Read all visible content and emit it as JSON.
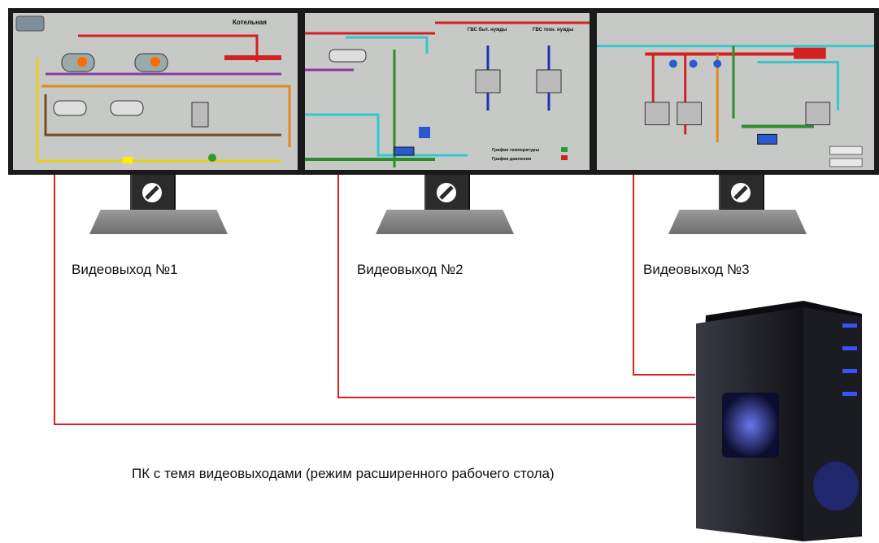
{
  "monitors": [
    {
      "caption": "Видеовыход №1",
      "screen_titles": [
        "Котельная"
      ]
    },
    {
      "caption": "Видеовыход №2",
      "screen_titles": [
        "ГВС быт. нужды",
        "ГВС техн. нужды",
        "График температуры",
        "График давления"
      ]
    },
    {
      "caption": "Видеовыход №3",
      "screen_titles": []
    }
  ],
  "pc": {
    "caption": "ПК с темя видеовыходами (режим расширенного рабочего стола)"
  },
  "colors": {
    "wire": "#e02020",
    "pipe_red": "#d42020",
    "pipe_cyan": "#33c8d0",
    "pipe_green": "#2e8b2e",
    "pipe_orange": "#e08a20",
    "pipe_blue": "#2030b0",
    "pipe_yellow": "#e8d020",
    "pipe_purple": "#8a3aa0",
    "case_led": "#3a50ff"
  }
}
